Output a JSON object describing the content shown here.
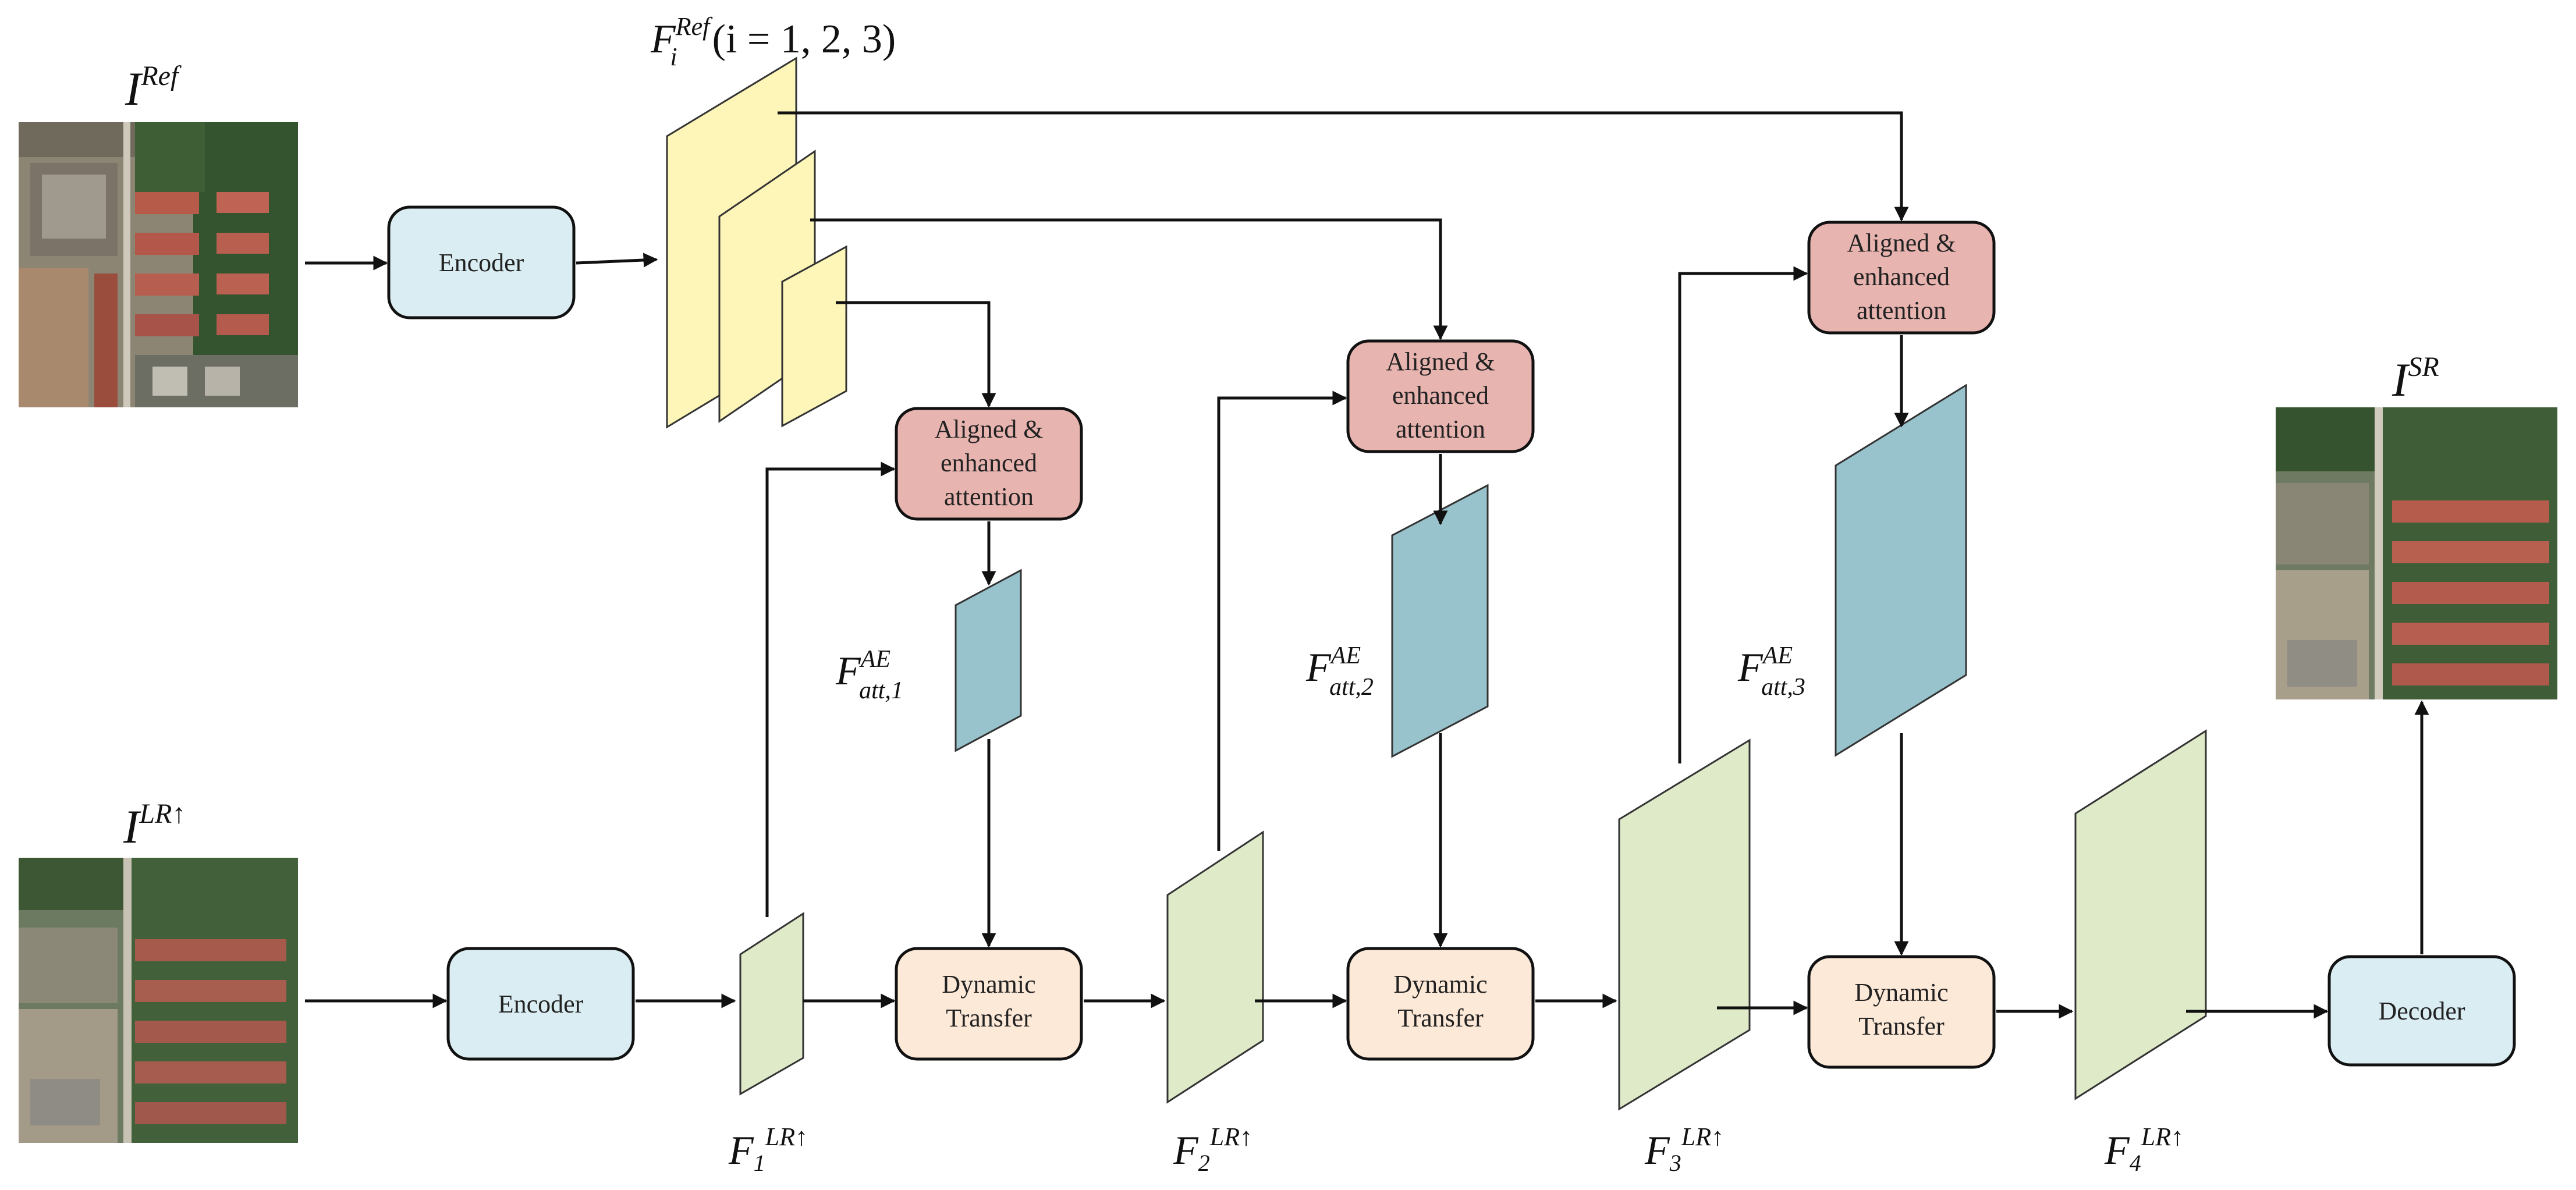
{
  "boxes": {
    "encoder_ref": "Encoder",
    "encoder_lr": "Encoder",
    "decoder": "Decoder",
    "aligned_1": [
      "Aligned &",
      "enhanced",
      "attention"
    ],
    "aligned_2": [
      "Aligned &",
      "enhanced",
      "attention"
    ],
    "aligned_3": [
      "Aligned &",
      "enhanced",
      "attention"
    ],
    "dynamic_1": [
      "Dynamic",
      "Transfer"
    ],
    "dynamic_2": [
      "Dynamic",
      "Transfer"
    ],
    "dynamic_3": [
      "Dynamic",
      "Transfer"
    ]
  },
  "labels": {
    "i_ref": {
      "base": "I",
      "sup": "Ref"
    },
    "i_lr": {
      "base": "I",
      "sup": "LR↑"
    },
    "i_sr": {
      "base": "I",
      "sup": "SR"
    },
    "f_ref": {
      "base": "F",
      "sub": "i",
      "sup": "Ref",
      "suffix": "(i = 1, 2, 3)"
    },
    "f_att_1": {
      "base": "F",
      "sup": "AE",
      "sub": "att,1"
    },
    "f_att_2": {
      "base": "F",
      "sup": "AE",
      "sub": "att,2"
    },
    "f_att_3": {
      "base": "F",
      "sup": "AE",
      "sub": "att,3"
    },
    "f_lr_1": {
      "base": "F",
      "sub": "1",
      "sup": "LR↑"
    },
    "f_lr_2": {
      "base": "F",
      "sub": "2",
      "sup": "LR↑"
    },
    "f_lr_3": {
      "base": "F",
      "sub": "3",
      "sup": "LR↑"
    },
    "f_lr_4": {
      "base": "F",
      "sub": "4",
      "sup": "LR↑"
    }
  },
  "images": {
    "ref_image": "aerial-photo-residential-reference",
    "lr_image": "aerial-photo-residential-upsampled-low-resolution",
    "sr_image": "aerial-photo-residential-super-resolved"
  },
  "colors": {
    "ref_feature": "#fdf6b8",
    "att_feature": "#98c3cc",
    "lr_feature": "#dfeac9",
    "encoder_fill": "#daedf2",
    "attention_fill": "#e8b4b0",
    "transfer_fill": "#fde9d8",
    "line": "#111111"
  }
}
